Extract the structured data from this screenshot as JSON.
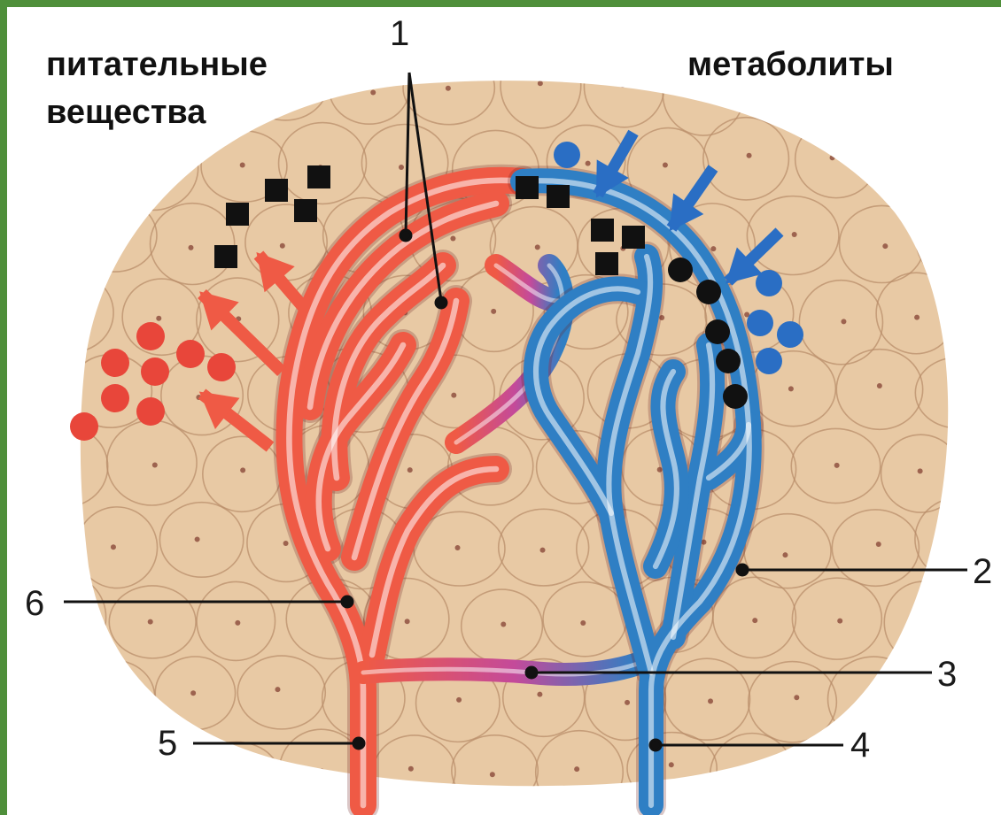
{
  "captions": {
    "nutrients": "питательные вещества",
    "metabolites": "метаболиты"
  },
  "labels": {
    "l1": "1",
    "l2": "2",
    "l3": "3",
    "l4": "4",
    "l5": "5",
    "l6": "6"
  },
  "colors": {
    "frame": "#4f8f3a",
    "tissue": "#e8c9a4",
    "cell_outline": "#b78a66",
    "arterial": "#ef5a45",
    "venous": "#2f7fc4",
    "capillary_mix": "#c44a9a",
    "nutrient_marker": "#e8463a",
    "metabolite_marker": "#2a6ec4",
    "waste_marker": "#111111"
  },
  "icons": {
    "nutrient_particle": "red-circle",
    "metabolite_particle": "blue-circle",
    "waste_particle": "black-square"
  }
}
